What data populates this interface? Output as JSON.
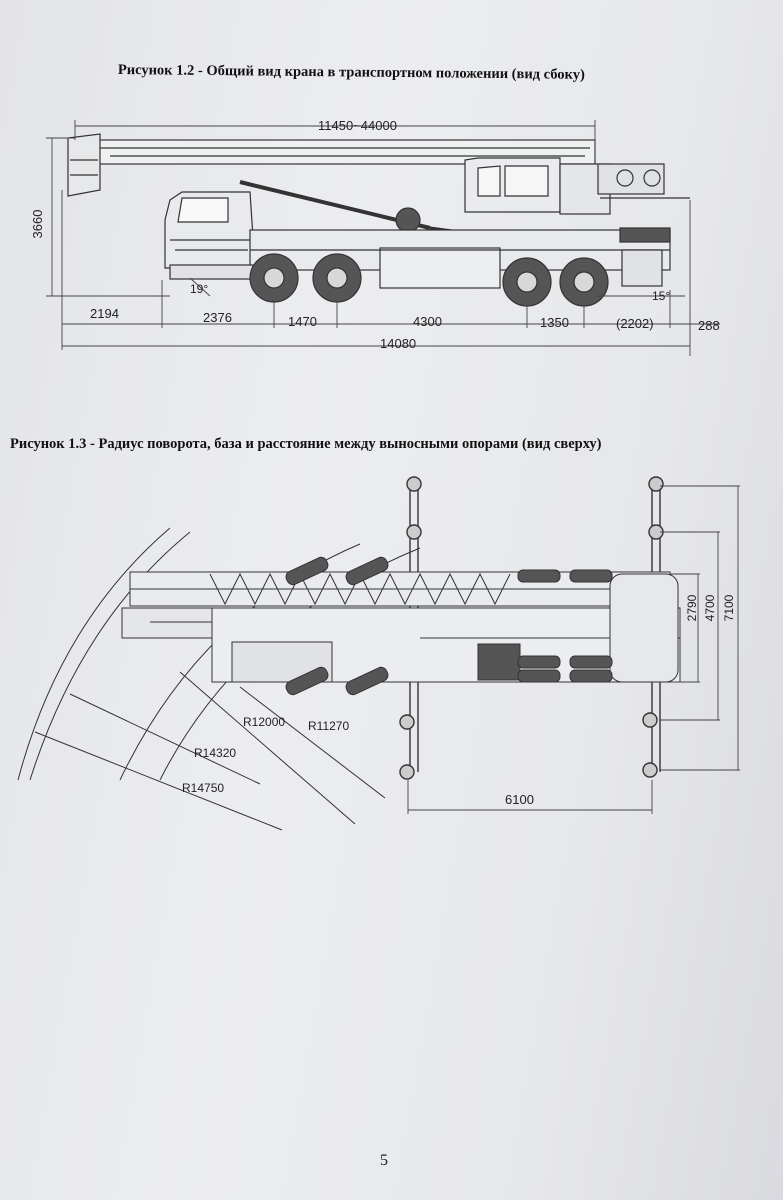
{
  "figure_1_2": {
    "caption": "Рисунок 1.2 - Общий вид крана в транспортном положении (вид сбоку)",
    "dims": {
      "boom_length": "11450~44000",
      "height": "3660",
      "d1": "2194",
      "d2": "2376",
      "d3": "1470",
      "d4": "4300",
      "d5": "1350",
      "d6": "(2202)",
      "d7": "288",
      "total_length": "14080",
      "angle_front": "19°",
      "angle_rear": "15°"
    }
  },
  "figure_1_3": {
    "caption": "Рисунок 1.3 - Радиус поворота, база и расстояние между выносными опорами (вид сверху)",
    "dims": {
      "r1": "R12000",
      "r2": "R11270",
      "r3": "R14320",
      "r4": "R14750",
      "w1": "2790",
      "w2": "4700",
      "w3": "7100",
      "base": "6100"
    }
  },
  "page_number": "5"
}
